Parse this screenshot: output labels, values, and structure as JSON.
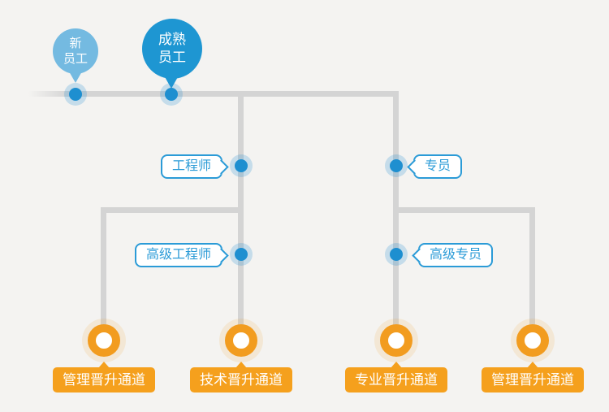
{
  "colors": {
    "background": "#f4f3f1",
    "connector_gray": "#d4d4d4",
    "bubble_border_blue": "#2b9bd7",
    "dot_blue": "#1e8fd0",
    "balloon_light_blue": "#74bae1",
    "balloon_dark_blue": "#1e96d2",
    "channel_orange": "#f5a01d",
    "ring_orange": "#f29c1f"
  },
  "start_nodes": [
    {
      "name": "new-employee",
      "line1": "新",
      "line2": "员工"
    },
    {
      "name": "mature-employee",
      "line1": "成熟",
      "line2": "员工"
    }
  ],
  "stages": [
    {
      "name": "engineer",
      "label": "工程师"
    },
    {
      "name": "specialist",
      "label": "专员"
    },
    {
      "name": "senior-engineer",
      "label": "高级工程师"
    },
    {
      "name": "senior-specialist",
      "label": "高级专员"
    }
  ],
  "channels": [
    {
      "label": "管理晋升通道"
    },
    {
      "label": "技术晋升通道"
    },
    {
      "label": "专业晋升通道"
    },
    {
      "label": "管理晋升通道"
    }
  ]
}
